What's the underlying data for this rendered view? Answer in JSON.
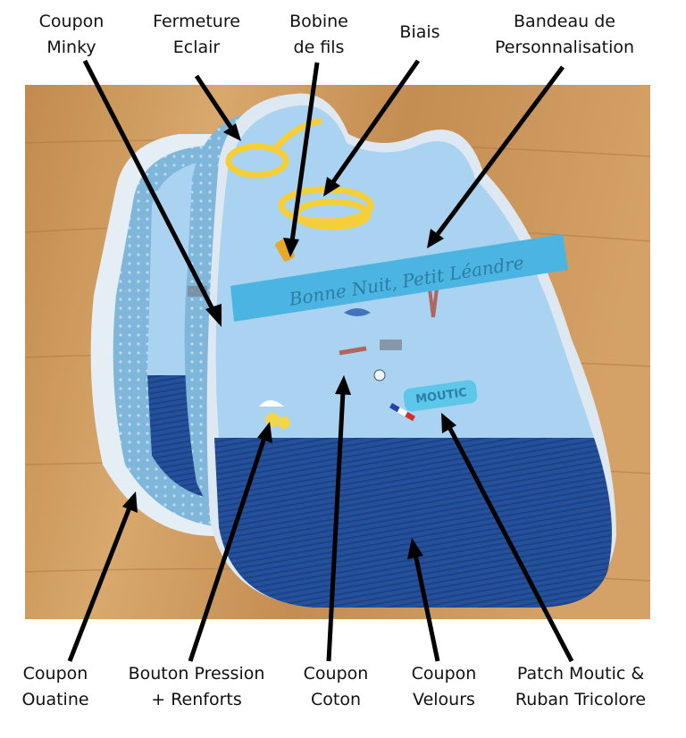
{
  "labels_top": [
    {
      "id": "coupon-minky",
      "lines": [
        "Coupon",
        "Minky"
      ]
    },
    {
      "id": "fermeture-eclair",
      "lines": [
        "Fermeture",
        "Eclair"
      ]
    },
    {
      "id": "bobine-de-fils",
      "lines": [
        "Bobine",
        "de fils"
      ]
    },
    {
      "id": "biais",
      "lines": [
        "Biais"
      ]
    },
    {
      "id": "bandeau",
      "lines": [
        "Bandeau de",
        "Personnalisation"
      ]
    }
  ],
  "labels_bottom": [
    {
      "id": "coupon-ouatine",
      "lines": [
        "Coupon",
        "Ouatine"
      ]
    },
    {
      "id": "bouton-pression",
      "lines": [
        "Bouton Pression",
        "+ Renforts"
      ]
    },
    {
      "id": "coupon-coton",
      "lines": [
        "Coupon",
        "Coton"
      ]
    },
    {
      "id": "coupon-velours",
      "lines": [
        "Coupon",
        "Velours"
      ]
    },
    {
      "id": "patch-moutic",
      "lines": [
        "Patch Moutic &",
        "Ruban Tricolore"
      ]
    }
  ],
  "photo": {
    "banner_text": "Bonne Nuit, Petit Léandre",
    "patch_text": "MOUTIC"
  },
  "colors": {
    "wood": "#c9955a",
    "cotton": "#a9d3f0",
    "velvet": "#24509c",
    "banner": "#4cb4e0",
    "bias": "#f5cf3a",
    "minky": "#7fb6d9",
    "ouatine": "#e6eef5"
  }
}
